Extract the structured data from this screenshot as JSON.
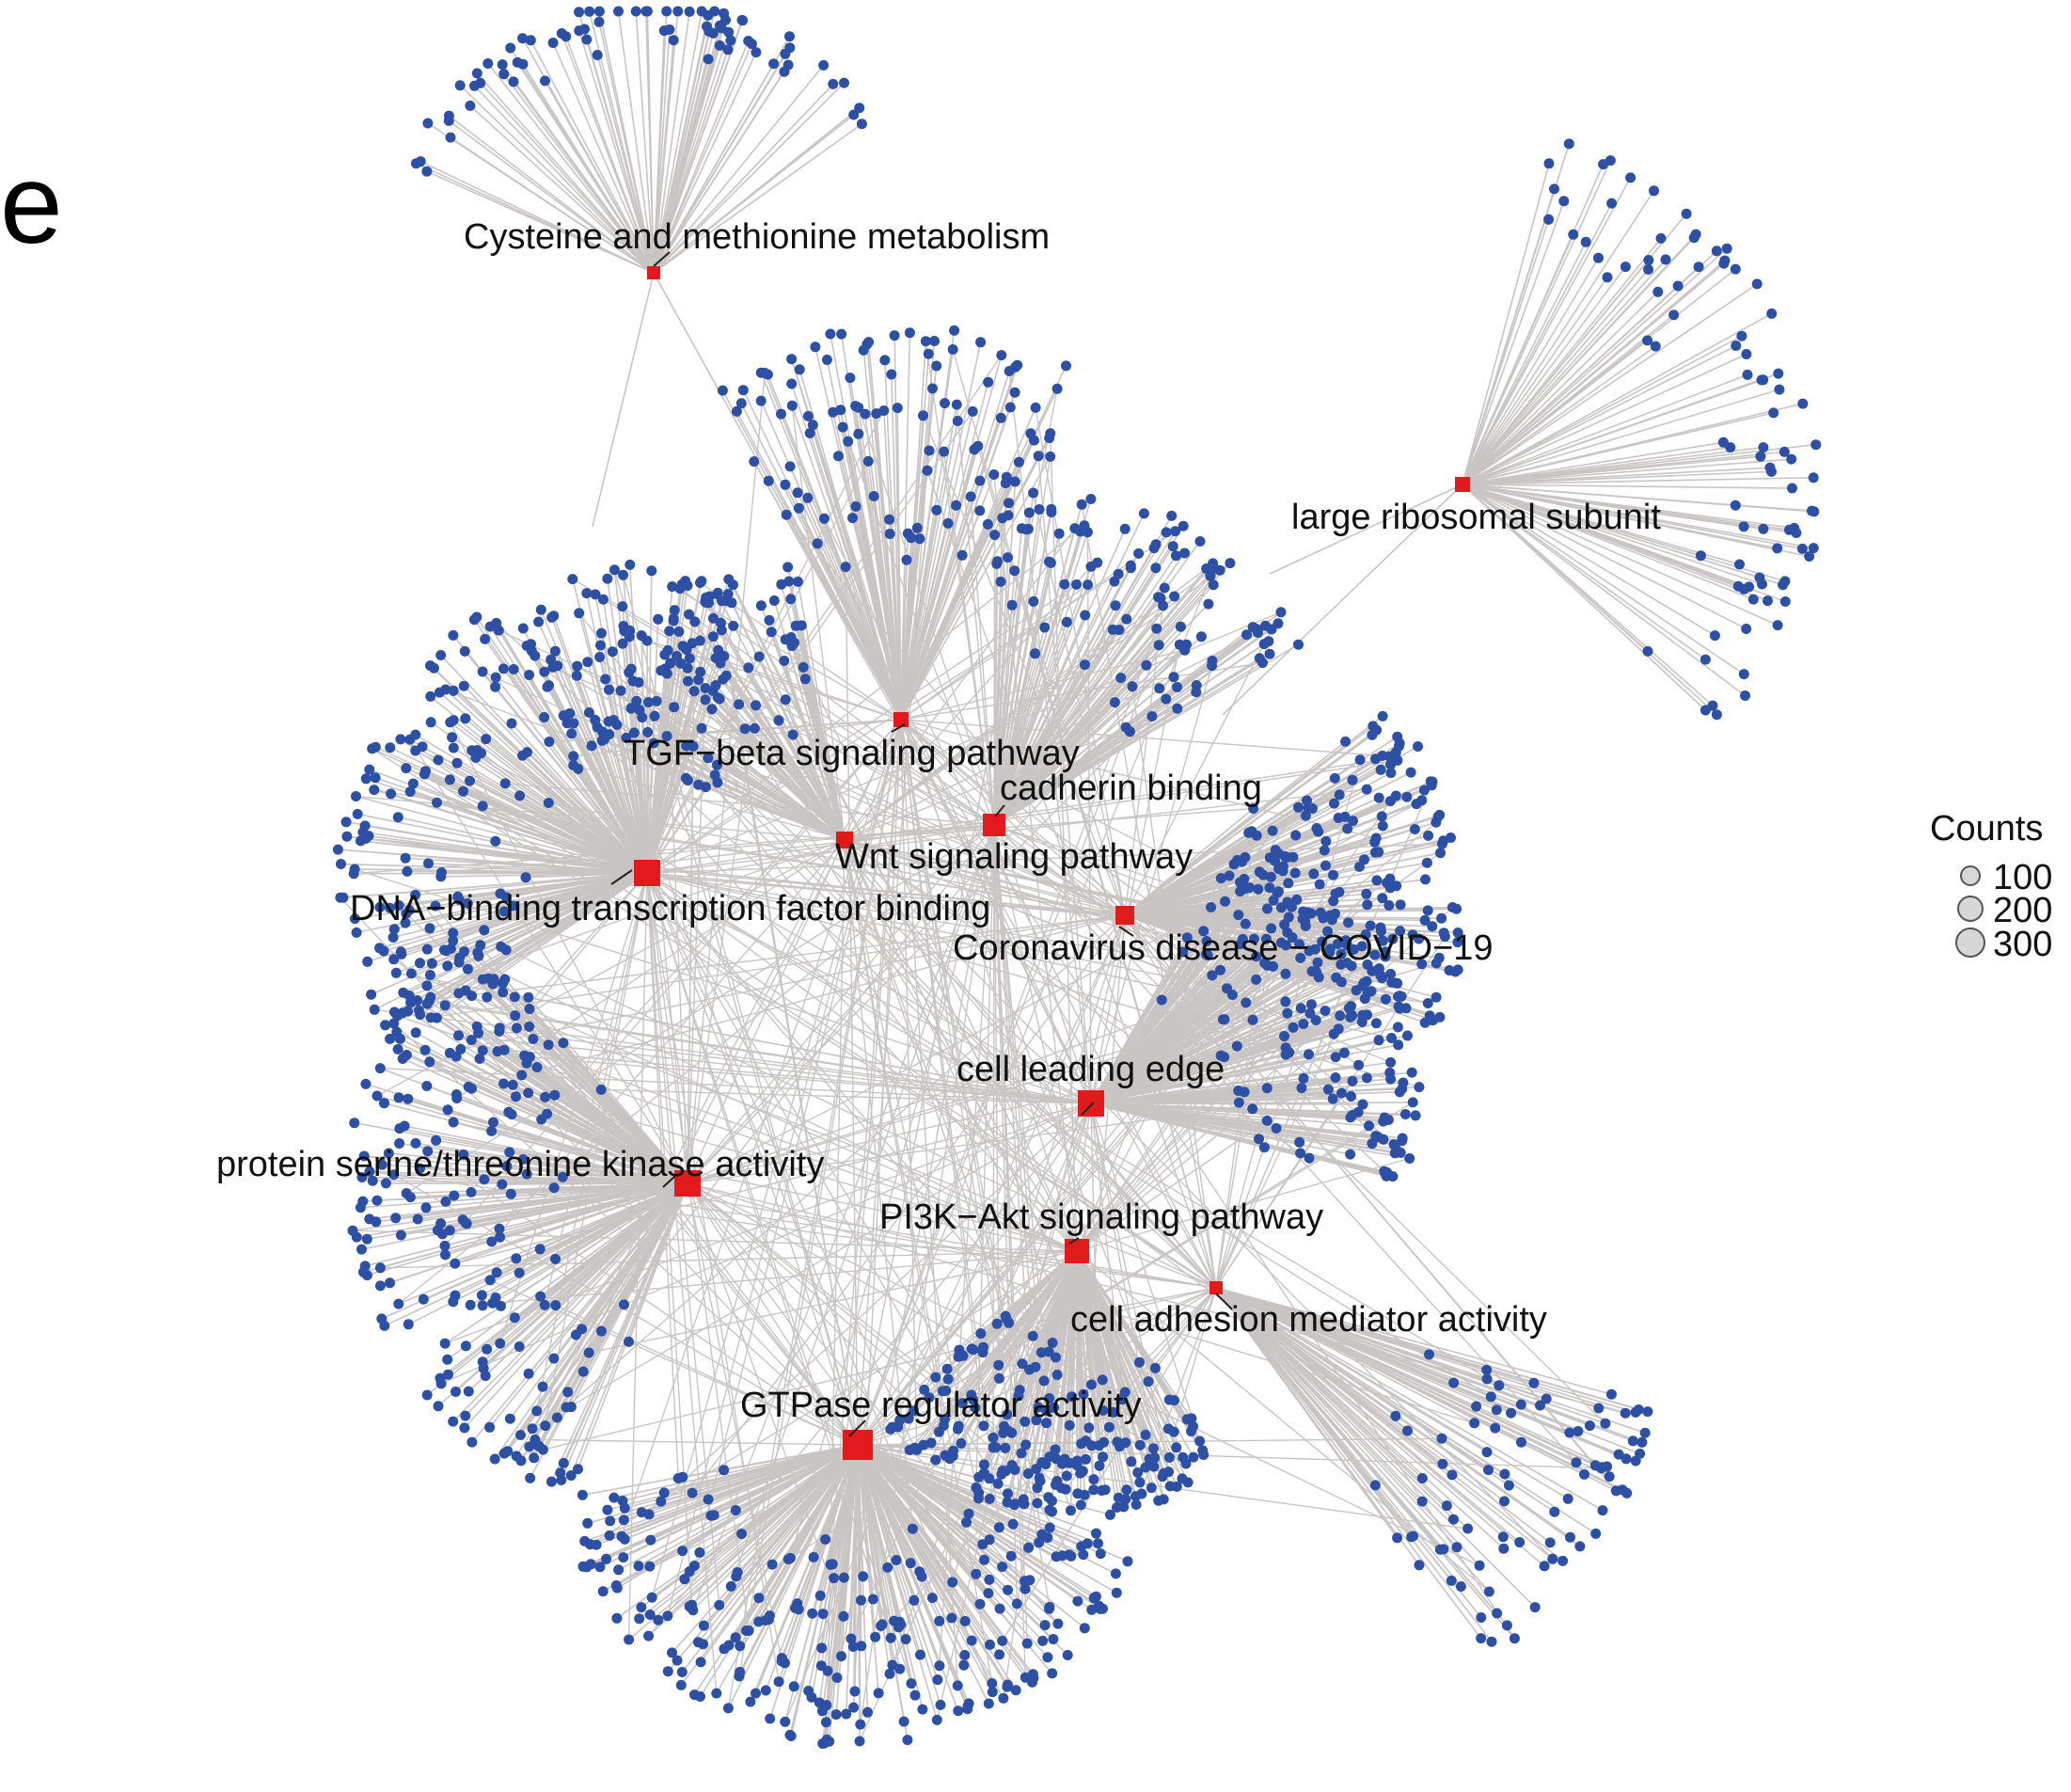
{
  "panel_letter": "e",
  "colors": {
    "term_node": "#e31a1c",
    "gene_node": "#2d50a5",
    "edge": "#c9c5c4",
    "legend_fill": "#d7d7d7",
    "legend_stroke": "#555555",
    "leader": "#222222"
  },
  "legend": {
    "title": "Counts",
    "items": [
      {
        "label": "100",
        "count": 100
      },
      {
        "label": "200",
        "count": 200
      },
      {
        "label": "300",
        "count": 300
      }
    ]
  },
  "terms": [
    {
      "label": "Cysteine and methionine metabolism",
      "size_rank": 1
    },
    {
      "label": "large ribosomal subunit",
      "size_rank": 1
    },
    {
      "label": "TGF−beta signaling pathway",
      "size_rank": 1
    },
    {
      "label": "cadherin binding",
      "size_rank": 2
    },
    {
      "label": "Wnt signaling pathway",
      "size_rank": 1
    },
    {
      "label": "DNA−binding transcription factor binding",
      "size_rank": 3
    },
    {
      "label": "Coronavirus disease − COVID−19",
      "size_rank": 2
    },
    {
      "label": "cell leading edge",
      "size_rank": 3
    },
    {
      "label": "protein serine/threonine kinase activity",
      "size_rank": 3
    },
    {
      "label": "PI3K−Akt signaling pathway",
      "size_rank": 3
    },
    {
      "label": "cell adhesion mediator activity",
      "size_rank": 1
    },
    {
      "label": "GTPase regulator activity",
      "size_rank": 3
    }
  ]
}
